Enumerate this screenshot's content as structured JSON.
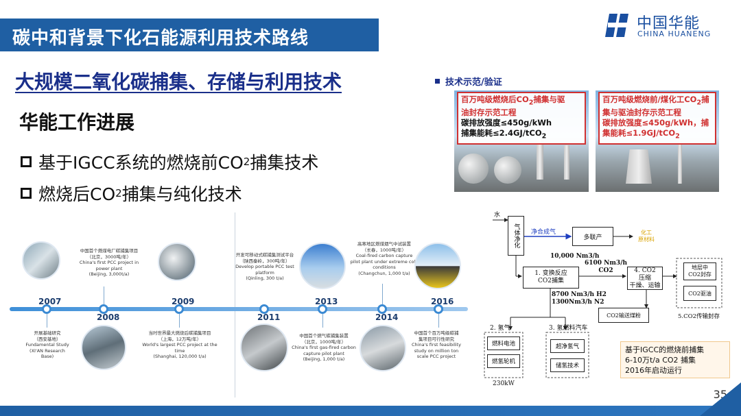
{
  "header": {
    "title": "碳中和背景下化石能源利用技术路线",
    "logo_cn": "中国华能",
    "logo_en": "CHINA HUANENG",
    "brand_color": "#1f5fa3"
  },
  "subtitle": "大规模二氧化碳捕集、存储与利用技术",
  "section_title": "华能工作进展",
  "bullets": [
    {
      "pre": "基于IGCC系统的燃烧前CO",
      "sub": "2",
      "post": "捕集技术"
    },
    {
      "pre": "燃烧后CO",
      "sub": "2",
      "post": "捕集与纯化技术"
    }
  ],
  "demo": {
    "heading": "技术示范/验证",
    "left_card": {
      "line1_pre": "百万吨级燃烧后CO",
      "line1_sub": "2",
      "line1_post": "捕集与驱",
      "line2": "油封存示范工程",
      "line3": "碳排放强度≤450g/kWh",
      "line4_pre": "捕集能耗≤2.4GJ/tCO",
      "line4_sub": "2"
    },
    "right_card": {
      "line1_pre": "百万吨级燃烧前/煤化工CO",
      "line1_sub": "2",
      "line1_post": "捕",
      "line2": "集与驱油封存示范工程",
      "line3": "碳排放强度≤450g/kWh，捕",
      "line4_pre": "集能耗≤1.9GJ/tCO",
      "line4_sub": "2"
    }
  },
  "timeline": {
    "years": [
      "2007",
      "2008",
      "2009",
      "2011",
      "2013",
      "2014",
      "2016"
    ],
    "texts": {
      "y2007": "开展基础研究\n（西安基地）\nFundamental Study\n(XI'AN Research\nBase)",
      "y2008": "中国首个燃煤电厂碳捕集项目\n（北京，3000吨/年）\nChina's first PCC project in\npower plant\n(Beijing, 3,000t/a)",
      "y2009": "当时世界最大燃烧后碳捕集项目\n（上海，12万吨/年）\nWorld's largest PCC project at the time\n(Shanghai, 120,000 t/a)",
      "y2011": "开发可移动式碳捕集测试平台\n（陕西秦岭，300吨/年）\nDevelop portable PCC test\nplatform\n(Qinling, 300 t/a)",
      "y2013": "中国首个燃气碳捕集装置\n（北京，1000吨/年）\nChina's first gas-fired carbon\ncapture pilot plant\n(Beijing, 1,000 t/a)",
      "y2014": "高寒地区燃煤烟气中试装置\n（长春，1000吨/年）\nCoal-fired carbon capture\npilot plant under extreme cold\nconditions\n(Changchun, 1,000 t/a)",
      "y2016": "中国首个百万吨级碳捕\n集项目可行性研究\nChina's first feasibility\nstudy on million ton\nscale PCC project"
    }
  },
  "flow": {
    "water": "水",
    "gas_clean": "气体净化",
    "clean_gas": "净合成气",
    "polygen": "多联产",
    "chem": "化工\n原材料",
    "flow1": "10,000 Nm3/h",
    "shift": "1. 变换反应\nCO2捕集",
    "co2_flow": "6100 Nm3/h\nCO2",
    "h2_flow": "8700 Nm3/h H2\n1300Nm3/h N2",
    "co2_proc": "4. CO2\n压缩\n干燥、运输",
    "storage": "地层中\nCO2封存",
    "eor": "CO2驱油",
    "transport_label": "5.CO2传输封存",
    "coal": "CO2输送煤粉",
    "hydrogen": "2. 氢气",
    "fuel_cell": "燃料电池",
    "h2_turbine": "燃氢轮机",
    "power": "230kW",
    "h2_car": "3. 氢燃料汽车",
    "ultra": "超净氢气",
    "h2_store": "储氢技术",
    "note": "基于IGCC的燃烧前捕集\n6-10万t/a CO2 捕集\n2016年启动运行"
  },
  "page_number": "35"
}
